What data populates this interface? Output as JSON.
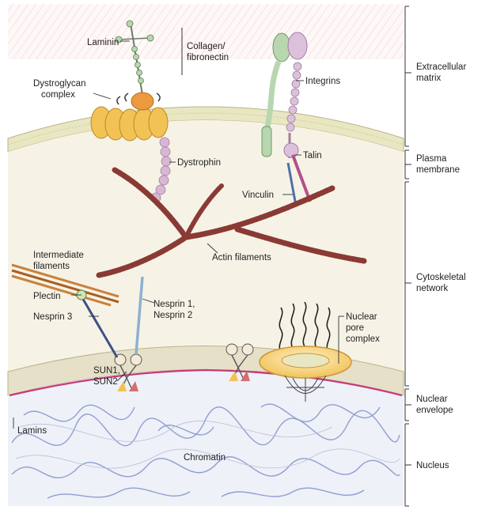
{
  "labels": {
    "laminin": "Laminin",
    "collagen_1": "Collagen/",
    "collagen_2": "fibronectin",
    "dystroglycan_1": "Dystroglycan",
    "dystroglycan_2": "complex",
    "integrins": "Integrins",
    "dystrophin": "Dystrophin",
    "talin": "Talin",
    "vinculin": "Vinculin",
    "intermediate_1": "Intermediate",
    "intermediate_2": "filaments",
    "actin": "Actin filaments",
    "plectin": "Plectin",
    "nesprin3": "Nesprin 3",
    "nesprin12_1": "Nesprin 1,",
    "nesprin12_2": "Nesprin 2",
    "npc_1": "Nuclear",
    "npc_2": "pore",
    "npc_3": "complex",
    "sun_1": "SUN1,",
    "sun_2": "SUN2",
    "lamins": "Lamins",
    "chromatin": "Chromatin"
  },
  "regions": {
    "ecm_1": "Extracellular",
    "ecm_2": "matrix",
    "pm_1": "Plasma",
    "pm_2": "membrane",
    "cyto_1": "Cytoskeletal",
    "cyto_2": "network",
    "ne_1": "Nuclear",
    "ne_2": "envelope",
    "nucleus": "Nucleus"
  },
  "colors": {
    "membrane": "#e9e6c2",
    "cytoplasm": "#f6f3e6",
    "actin": "#8a3a34",
    "dystrophin": "#d8b6d4",
    "dystroglycan": "#f2c255",
    "integrin_green": "#b8d6b0",
    "integrin_pink": "#dcc0dc",
    "nesprin_blue": "#8fb0d0",
    "lamin": "#c8387a",
    "chromatin": "#8f9fd0"
  }
}
